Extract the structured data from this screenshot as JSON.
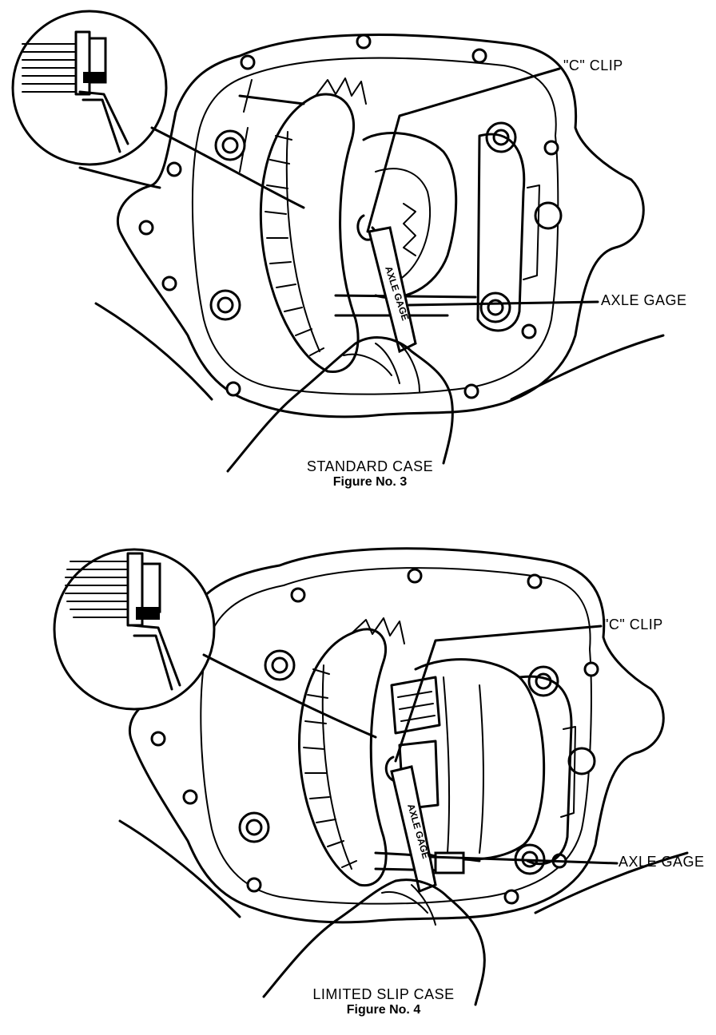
{
  "figure3": {
    "callout_c_clip": "\"C\" CLIP",
    "callout_axle_gage": "AXLE GAGE",
    "gage_engraving": "AXLE GAGE",
    "caption_title": "STANDARD CASE",
    "caption_figure": "Figure No. 3"
  },
  "figure4": {
    "callout_c_clip": "\"C\" CLIP",
    "callout_axle_gage": "AXLE GAGE",
    "gage_engraving": "AXLE GAGE",
    "caption_title": "LIMITED SLIP CASE",
    "caption_figure": "Figure No. 4"
  }
}
